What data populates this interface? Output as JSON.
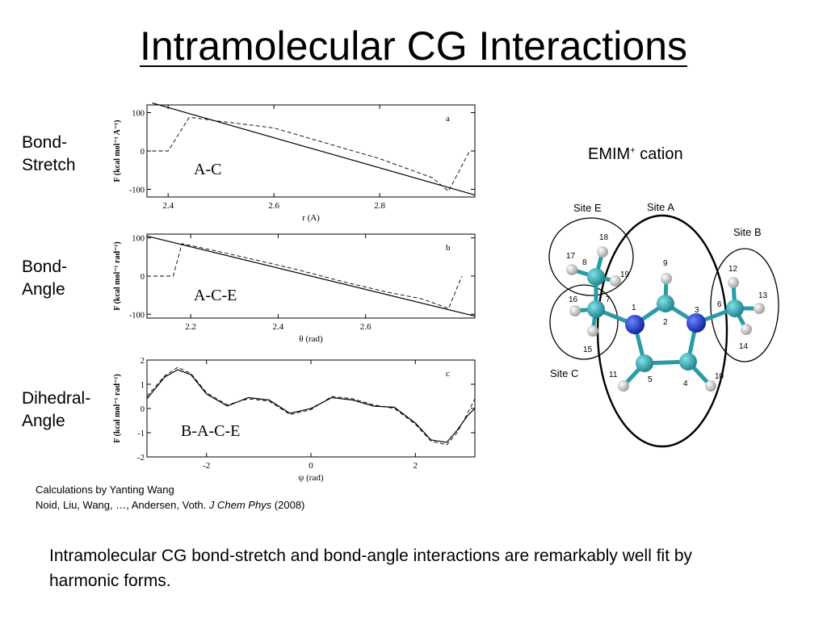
{
  "slide": {
    "title": "Intramolecular CG Interactions",
    "rows": [
      {
        "label1": "Bond-",
        "label2": "Stretch"
      },
      {
        "label1": "Bond-",
        "label2": "Angle"
      },
      {
        "label1": "Dihedral-",
        "label2": "Angle"
      }
    ],
    "citation": {
      "line1": "Calculations by Yanting Wang",
      "line2_prefix": "Noid, Liu, Wang, …, Andersen, Voth.  ",
      "journal": "J Chem Phys",
      "year": " (2008)"
    },
    "summary": "Intramolecular CG bond-stretch and bond-angle interactions are remarkably well fit by harmonic forms."
  },
  "molecule": {
    "title_main": "EMIM",
    "title_sup": "+",
    "title_rest": " cation",
    "site_labels": [
      "Site E",
      "Site A",
      "Site B",
      "Site C"
    ],
    "atom_labels": [
      "1",
      "2",
      "3",
      "4",
      "5",
      "6",
      "7",
      "8",
      "9",
      "10",
      "11",
      "12",
      "13",
      "14",
      "15",
      "16",
      "17",
      "18",
      "19"
    ],
    "colors": {
      "nitrogen": "#1530c8",
      "carbon": "#2aa9b3",
      "hydrogen": "#e0e0e0"
    }
  },
  "chart_data": [
    {
      "type": "line",
      "panel_letter": "a",
      "annotation": "A-C",
      "xlabel": "r (A)",
      "ylabel": "F (kcal mol⁻¹ A⁻¹)",
      "xlim": [
        2.36,
        2.98
      ],
      "ylim": [
        -120,
        120
      ],
      "xticks": [
        2.4,
        2.6,
        2.8
      ],
      "xticklabels": [
        "2.4",
        "2.6",
        "2.8"
      ],
      "yticks": [
        100,
        0,
        -100
      ],
      "yticklabels": [
        "100",
        "0",
        "-100"
      ],
      "series": [
        {
          "style": "solid",
          "x": [
            2.37,
            2.98
          ],
          "y": [
            125,
            -115
          ]
        },
        {
          "style": "dashed",
          "x": [
            2.37,
            2.4,
            2.44,
            2.5,
            2.6,
            2.7,
            2.8,
            2.9,
            2.93,
            2.97
          ],
          "y": [
            0,
            0,
            88,
            77,
            60,
            20,
            -20,
            -70,
            -105,
            0
          ]
        }
      ]
    },
    {
      "type": "line",
      "panel_letter": "b",
      "annotation": "A-C-E",
      "xlabel": "θ (rad)",
      "ylabel": "F (kcal mol⁻¹ rad⁻¹)",
      "xlim": [
        2.1,
        2.85
      ],
      "ylim": [
        -110,
        110
      ],
      "xticks": [
        2.2,
        2.4,
        2.6
      ],
      "xticklabels": [
        "2.2",
        "2.4",
        "2.6"
      ],
      "yticks": [
        100,
        0,
        -100
      ],
      "yticklabels": [
        "100",
        "0",
        "-100"
      ],
      "series": [
        {
          "style": "solid",
          "x": [
            2.1,
            2.85
          ],
          "y": [
            105,
            -105
          ]
        },
        {
          "style": "dashed",
          "x": [
            2.1,
            2.16,
            2.18,
            2.25,
            2.35,
            2.45,
            2.55,
            2.65,
            2.73,
            2.79,
            2.82
          ],
          "y": [
            0,
            0,
            85,
            68,
            42,
            15,
            -15,
            -42,
            -60,
            -85,
            0
          ]
        }
      ]
    },
    {
      "type": "line",
      "panel_letter": "c",
      "annotation": "B-A-C-E",
      "xlabel": "ψ (rad)",
      "ylabel": "F (kcal mol⁻¹ rad⁻¹)",
      "xlim": [
        -3.14,
        3.14
      ],
      "ylim": [
        -2,
        2
      ],
      "xticks": [
        -2,
        0,
        2
      ],
      "xticklabels": [
        "-2",
        "0",
        "2"
      ],
      "yticks": [
        2,
        1,
        0,
        -1,
        -2
      ],
      "yticklabels": [
        "2",
        "1",
        "0",
        "-1",
        "-2"
      ],
      "series": [
        {
          "style": "solid",
          "x": [
            -3.14,
            -2.8,
            -2.55,
            -2.3,
            -2.0,
            -1.6,
            -1.2,
            -0.8,
            -0.4,
            0.0,
            0.4,
            0.8,
            1.2,
            1.6,
            2.0,
            2.3,
            2.6,
            2.8,
            3.0,
            3.14
          ],
          "y": [
            0.4,
            1.3,
            1.6,
            1.4,
            0.6,
            0.1,
            0.45,
            0.35,
            -0.2,
            0.0,
            0.45,
            0.35,
            0.1,
            0.05,
            -0.6,
            -1.3,
            -1.4,
            -0.9,
            -0.3,
            0.0
          ]
        },
        {
          "style": "dashed",
          "x": [
            -3.14,
            -2.8,
            -2.55,
            -2.3,
            -2.0,
            -1.6,
            -1.2,
            -0.8,
            -0.4,
            0.0,
            0.4,
            0.8,
            1.2,
            1.6,
            2.0,
            2.3,
            2.6,
            2.8,
            3.0,
            3.14
          ],
          "y": [
            0.5,
            1.35,
            1.7,
            1.45,
            0.65,
            0.15,
            0.4,
            0.3,
            -0.25,
            -0.05,
            0.5,
            0.4,
            0.15,
            0.0,
            -0.65,
            -1.35,
            -1.5,
            -1.0,
            -0.2,
            0.4
          ]
        }
      ]
    }
  ]
}
